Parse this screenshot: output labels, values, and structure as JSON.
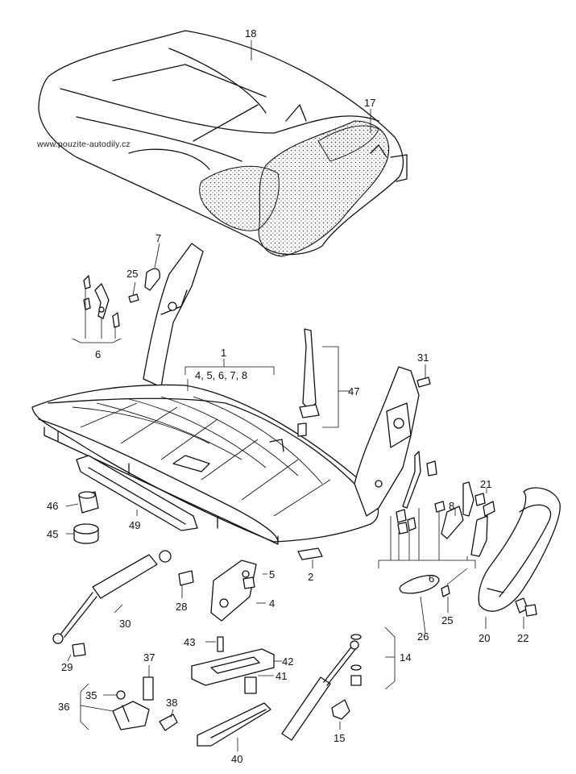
{
  "watermark": "www.pouzite-autodily.cz",
  "labels": {
    "c1": "1",
    "c1_sub": "4, 5, 6, 7, 8",
    "c2": "2",
    "c4": "4",
    "c5": "5",
    "c6a": "6",
    "c6b": "6",
    "c7": "7",
    "c8": "8",
    "c14": "14",
    "c15": "15",
    "c17": "17",
    "c18": "18",
    "c20": "20",
    "c21": "21",
    "c22": "22",
    "c25a": "25",
    "c25b": "25",
    "c26": "26",
    "c28": "28",
    "c29": "29",
    "c30": "30",
    "c31": "31",
    "c35": "35",
    "c36": "36",
    "c37": "37",
    "c38": "38",
    "c40": "40",
    "c41": "41",
    "c42": "42",
    "c43": "43",
    "c45": "45",
    "c46": "46",
    "c47": "47",
    "c49": "49"
  },
  "colors": {
    "line": "#111111",
    "background": "#ffffff",
    "foam": "#555555"
  }
}
